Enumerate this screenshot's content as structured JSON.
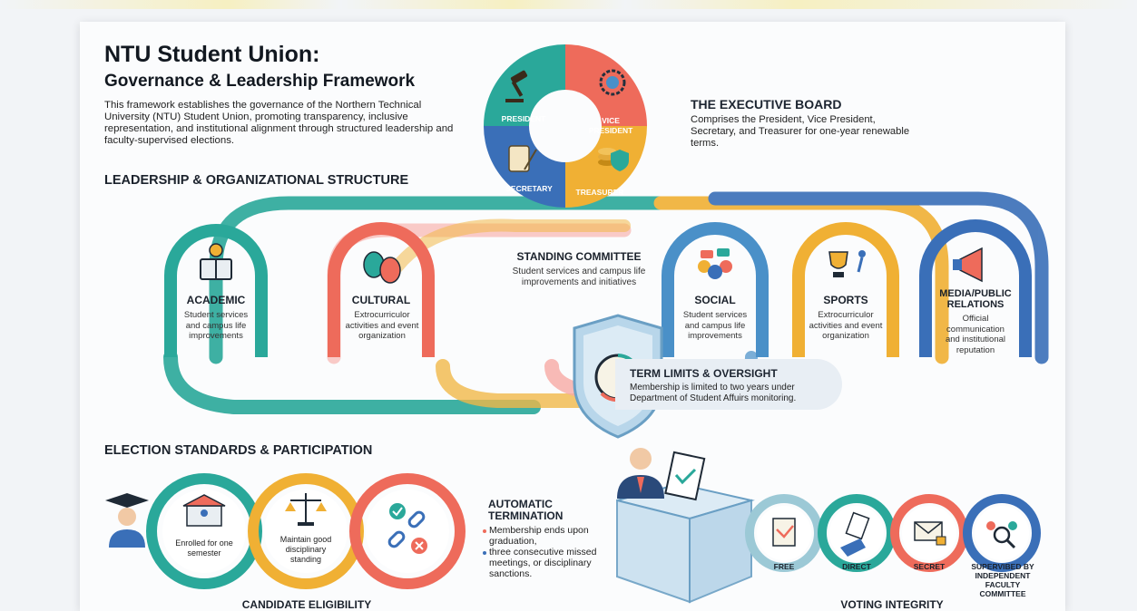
{
  "header": {
    "title_line1": "NTU Student Union:",
    "title_line2": "Governance & Leadership Framework",
    "intro": "This framework establishes the governance of the Northern Technical University (NTU) Student Union, promoting transparency, inclusive representation, and institutional alignment through structured leadership and faculty-supervised elections."
  },
  "executive": {
    "title": "THE EXECUTIVE BOARD",
    "description": "Comprises the President, Vice President, Secretary, and Treasurer for one-year renewable terms.",
    "roles": [
      {
        "label": "PRESIDENT",
        "icon": "gavel-icon",
        "color": "#2aa89a"
      },
      {
        "label": "VICE",
        "label2": "PRESIDENT",
        "icon": "globe-gear-icon",
        "color": "#ee6b5b"
      },
      {
        "label": "SECRETARY",
        "icon": "scroll-quill-icon",
        "color": "#3a6fb8"
      },
      {
        "label": "TREASURER",
        "icon": "coins-shield-icon",
        "color": "#f0b034"
      }
    ]
  },
  "structure": {
    "heading": "LEADERSHIP & ORGANIZATIONAL STRUCTURE",
    "standing": {
      "title": "STANDING COMMITTEE",
      "description": "Student services and campus life improvements and initiatives"
    },
    "committees": [
      {
        "title": "ACADEMIC",
        "description": "Student services and campus life improvements",
        "icon": "book-lightbulb-icon",
        "color": "#2aa89a"
      },
      {
        "title": "CULTURAL",
        "description": "Extrocurriculor activities and event organization",
        "icon": "theater-masks-icon",
        "color": "#ee6b5b"
      },
      {
        "title": "SOCIAL",
        "description": "Student services and campus life improvements",
        "icon": "people-chat-icon",
        "color": "#4a90c8"
      },
      {
        "title": "SPORTS",
        "description": "Extrocurriculor activities and event organization",
        "icon": "trophy-runner-icon",
        "color": "#f0b034"
      },
      {
        "title": "MEDIA/PUBLIC RELATIONS",
        "description": "Official communication and institutional reputation",
        "icon": "megaphone-icon",
        "color": "#3a6fb8"
      }
    ],
    "oversight": {
      "title": "TERM LIMITS & OVERSIGHT",
      "description": "Membership is limited to two years under Department of Student Affuirs monitoring."
    }
  },
  "elections": {
    "heading": "ELECTION STANDARDS & PARTICIPATION",
    "eligibility": {
      "caption": "CANDIDATE ELIGIBILITY",
      "items": [
        {
          "text": "Enrolled for one semester",
          "icon": "building-icon",
          "color": "#2aa89a"
        },
        {
          "text": "Maintain good disciplinary standing",
          "icon": "scales-icon",
          "color": "#f0b034"
        },
        {
          "text": "",
          "icon": "broken-chain-icon",
          "color": "#ee6b5b"
        }
      ]
    },
    "termination": {
      "title_line1": "AUTOMATIC",
      "title_line2": "TERMINATION",
      "bullets": [
        "Membership ends upon graduation,",
        "three consecutive missed meetings, or disciplinary sanctions."
      ]
    },
    "voting": {
      "caption": "VOTING INTEGRITY",
      "items": [
        {
          "label": "FREE",
          "icon": "ballot-icon",
          "color": "#9cc9d6"
        },
        {
          "label": "DIRECT",
          "icon": "hand-ballot-icon",
          "color": "#2aa89a"
        },
        {
          "label": "SECRET",
          "icon": "envelope-lock-icon",
          "color": "#ee6b5b"
        },
        {
          "label": "SUPERVIBED BY INDEPENDENT FACULTY COMMITTEE",
          "icon": "group-search-icon",
          "color": "#3a6fb8"
        }
      ]
    }
  }
}
